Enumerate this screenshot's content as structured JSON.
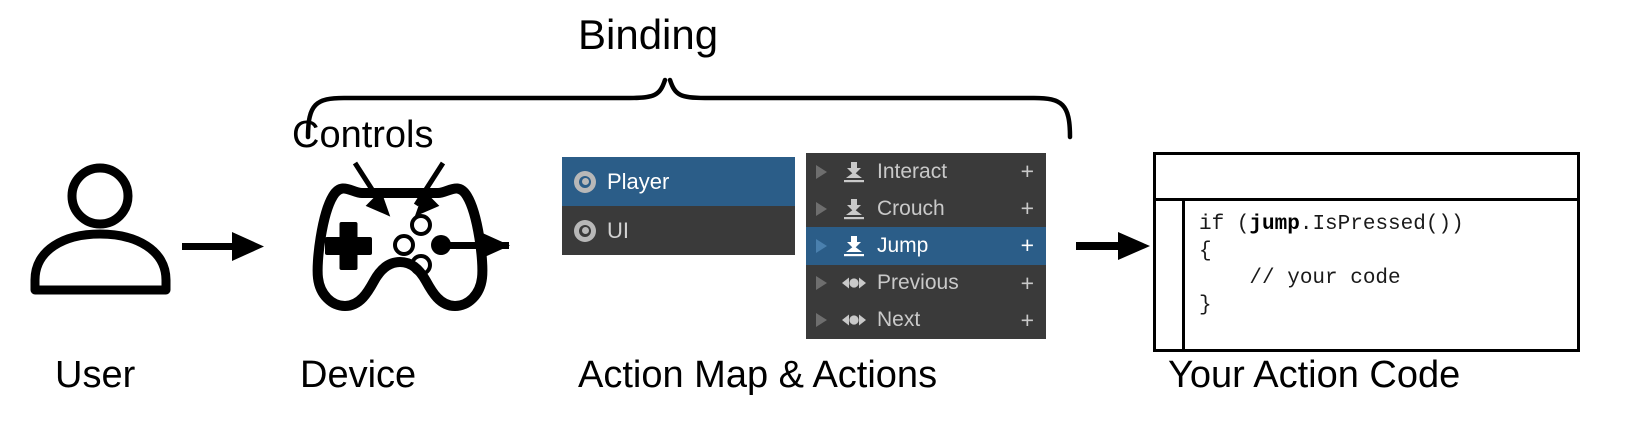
{
  "diagram": {
    "title_top": "Binding",
    "label_controls": "Controls",
    "captions": {
      "user": "User",
      "device": "Device",
      "action_map": "Action Map & Actions",
      "code": "Your Action Code"
    }
  },
  "colors": {
    "selection_blue": "#2b5d88",
    "panel_dark": "#3a3a3a",
    "panel_text": "#c9c9c9",
    "panel_text_selected": "#ffffff",
    "caret_gray": "#6e6e6e",
    "icon_gray": "#b8b8b8",
    "stroke_black": "#000000",
    "background": "#ffffff"
  },
  "action_map_panel": {
    "rows": [
      {
        "label": "Player",
        "icon": "action-map-ring-icon",
        "selected": true
      },
      {
        "label": "UI",
        "icon": "action-map-ring-icon",
        "selected": false
      }
    ]
  },
  "actions_panel": {
    "add_label": "+",
    "rows": [
      {
        "label": "Interact",
        "icon": "button-action-icon",
        "selected": false,
        "add": "+"
      },
      {
        "label": "Crouch",
        "icon": "button-action-icon",
        "selected": false,
        "add": "+"
      },
      {
        "label": "Jump",
        "icon": "button-action-icon",
        "selected": true,
        "add": "+"
      },
      {
        "label": "Previous",
        "icon": "axis-action-icon",
        "selected": false,
        "add": "+"
      },
      {
        "label": "Next",
        "icon": "axis-action-icon",
        "selected": false,
        "add": "+"
      }
    ]
  },
  "code_window": {
    "line1_pre": "if (",
    "line1_bold": "jump",
    "line1_post": ".IsPressed())",
    "line2": "{",
    "line3": "    // your code",
    "line4": "}"
  },
  "device": {
    "icon": "gamepad-icon",
    "buttons": [
      "dpad",
      "face-button-top",
      "face-button-left",
      "face-button-bottom",
      "face-button-right-filled"
    ]
  },
  "user": {
    "icon": "person-icon"
  }
}
